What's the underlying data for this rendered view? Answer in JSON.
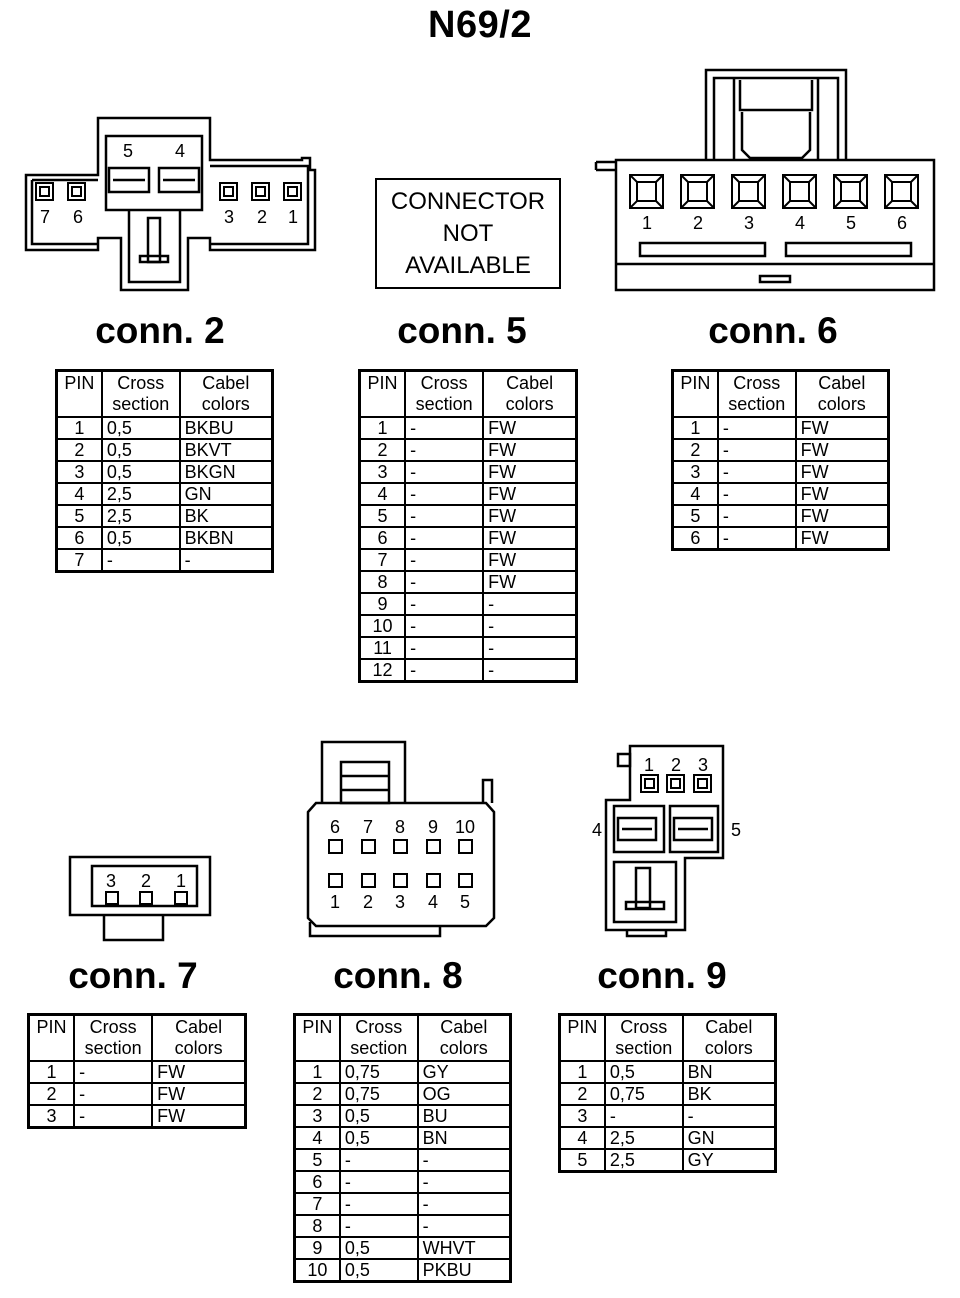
{
  "title": "N69/2",
  "connector_not_available": [
    "CONNECTOR",
    "NOT",
    "AVAILABLE"
  ],
  "headers": {
    "pin": "PIN",
    "cross": [
      "Cross",
      "section"
    ],
    "cabel": [
      "Cabel",
      "colors"
    ]
  },
  "connectors": [
    {
      "label": "conn. 2",
      "pin_labels": [
        "5",
        "4",
        "7",
        "6",
        "3",
        "2",
        "1"
      ],
      "rows": [
        [
          "1",
          "0,5",
          "BKBU"
        ],
        [
          "2",
          "0,5",
          "BKVT"
        ],
        [
          "3",
          "0,5",
          "BKGN"
        ],
        [
          "4",
          "2,5",
          "GN"
        ],
        [
          "5",
          "2,5",
          "BK"
        ],
        [
          "6",
          "0,5",
          "BKBN"
        ],
        [
          "7",
          "-",
          "-"
        ]
      ]
    },
    {
      "label": "conn. 5",
      "pin_labels": [],
      "rows": [
        [
          "1",
          "-",
          "FW"
        ],
        [
          "2",
          "-",
          "FW"
        ],
        [
          "3",
          "-",
          "FW"
        ],
        [
          "4",
          "-",
          "FW"
        ],
        [
          "5",
          "-",
          "FW"
        ],
        [
          "6",
          "-",
          "FW"
        ],
        [
          "7",
          "-",
          "FW"
        ],
        [
          "8",
          "-",
          "FW"
        ],
        [
          "9",
          "-",
          "-"
        ],
        [
          "10",
          "-",
          "-"
        ],
        [
          "11",
          "-",
          "-"
        ],
        [
          "12",
          "-",
          "-"
        ]
      ]
    },
    {
      "label": "conn. 6",
      "pin_labels": [
        "1",
        "2",
        "3",
        "4",
        "5",
        "6"
      ],
      "rows": [
        [
          "1",
          "-",
          "FW"
        ],
        [
          "2",
          "-",
          "FW"
        ],
        [
          "3",
          "-",
          "FW"
        ],
        [
          "4",
          "-",
          "FW"
        ],
        [
          "5",
          "-",
          "FW"
        ],
        [
          "6",
          "-",
          "FW"
        ]
      ]
    },
    {
      "label": "conn. 7",
      "pin_labels": [
        "3",
        "2",
        "1"
      ],
      "rows": [
        [
          "1",
          "-",
          "FW"
        ],
        [
          "2",
          "-",
          "FW"
        ],
        [
          "3",
          "-",
          "FW"
        ]
      ]
    },
    {
      "label": "conn. 8",
      "pin_labels": [
        "6",
        "7",
        "8",
        "9",
        "10",
        "1",
        "2",
        "3",
        "4",
        "5"
      ],
      "rows": [
        [
          "1",
          "0,75",
          "GY"
        ],
        [
          "2",
          "0,75",
          "OG"
        ],
        [
          "3",
          "0,5",
          "BU"
        ],
        [
          "4",
          "0,5",
          "BN"
        ],
        [
          "5",
          "-",
          "-"
        ],
        [
          "6",
          "-",
          "-"
        ],
        [
          "7",
          "-",
          "-"
        ],
        [
          "8",
          "-",
          "-"
        ],
        [
          "9",
          "0,5",
          "WHVT"
        ],
        [
          "10",
          "0,5",
          "PKBU"
        ]
      ]
    },
    {
      "label": "conn. 9",
      "pin_labels": [
        "1",
        "2",
        "3",
        "4",
        "5"
      ],
      "rows": [
        [
          "1",
          "0,5",
          "BN"
        ],
        [
          "2",
          "0,75",
          "BK"
        ],
        [
          "3",
          "-",
          "-"
        ],
        [
          "4",
          "2,5",
          "GN"
        ],
        [
          "5",
          "2,5",
          "GY"
        ]
      ]
    }
  ]
}
